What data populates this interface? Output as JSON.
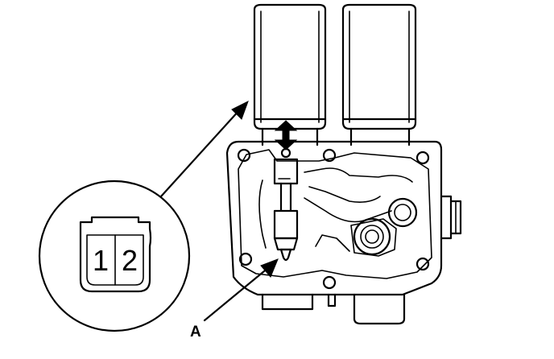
{
  "diagram": {
    "callout_label": "A",
    "connector_pins": [
      "1",
      "2"
    ]
  }
}
